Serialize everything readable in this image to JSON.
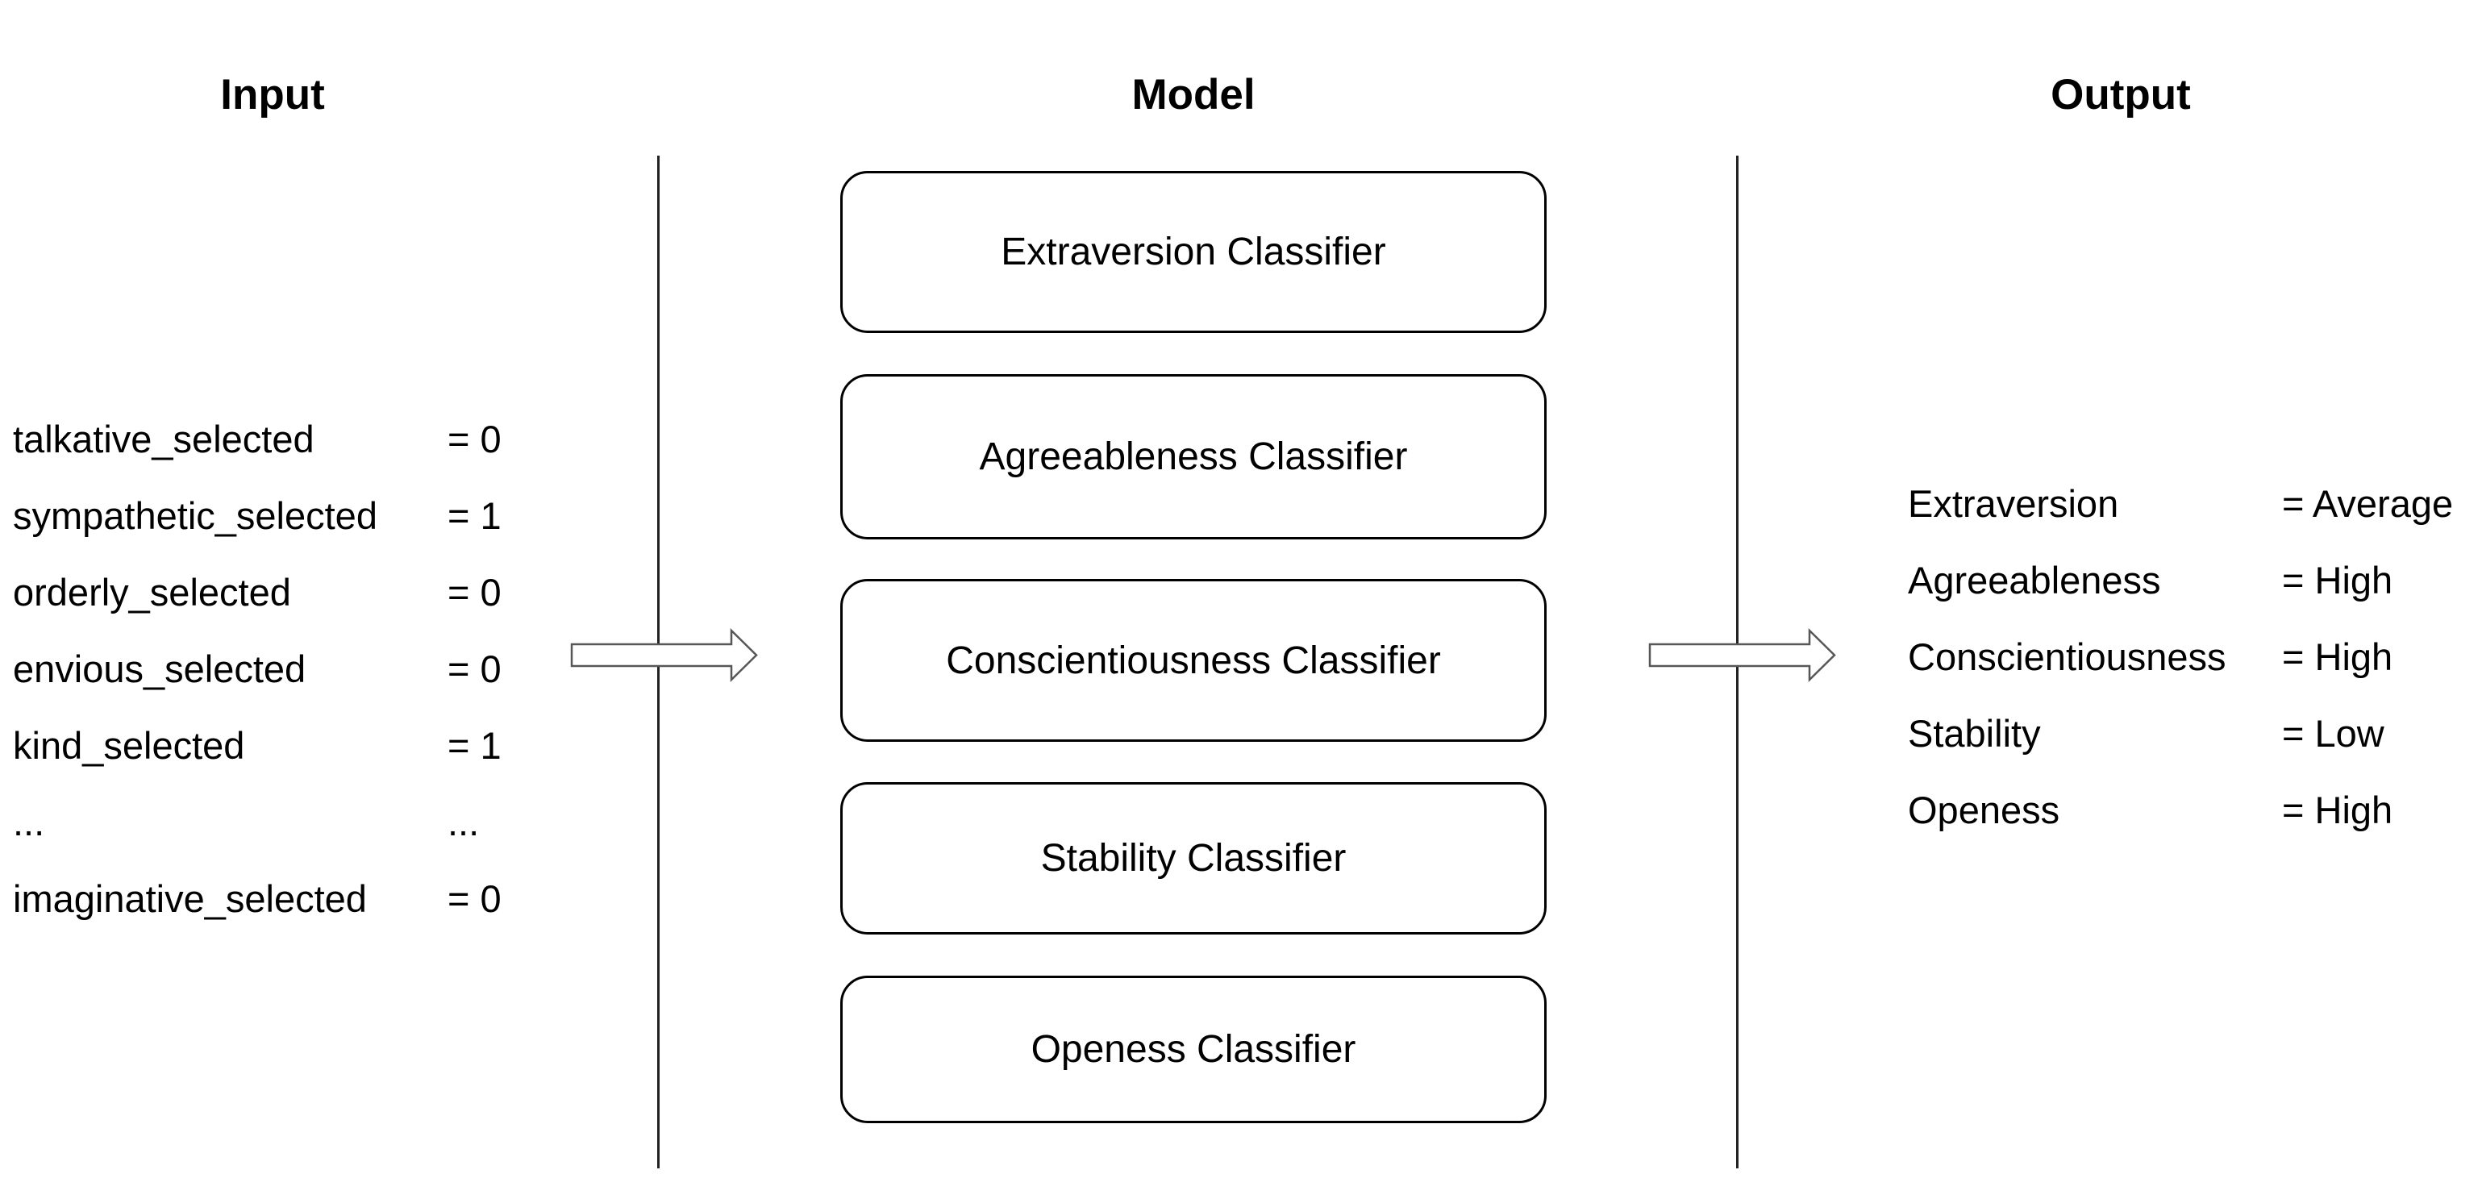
{
  "headers": {
    "input": "Input",
    "model": "Model",
    "output": "Output"
  },
  "input_list": [
    {
      "label": "talkative_selected",
      "value": "= 0"
    },
    {
      "label": "sympathetic_selected",
      "value": "= 1"
    },
    {
      "label": "orderly_selected",
      "value": "= 0"
    },
    {
      "label": "envious_selected",
      "value": "= 0"
    },
    {
      "label": "kind_selected",
      "value": "= 1"
    },
    {
      "label": "...",
      "value": "..."
    },
    {
      "label": "imaginative_selected",
      "value": "= 0"
    }
  ],
  "model_boxes": [
    {
      "label": "Extraversion Classifier"
    },
    {
      "label": "Agreeableness Classifier"
    },
    {
      "label": "Conscientiousness Classifier"
    },
    {
      "label": "Stability Classifier"
    },
    {
      "label": "Openess Classifier"
    }
  ],
  "output_list": [
    {
      "label": "Extraversion",
      "value": "= Average"
    },
    {
      "label": "Agreeableness",
      "value": "= High"
    },
    {
      "label": "Conscientiousness",
      "value": "= High"
    },
    {
      "label": "Stability",
      "value": "= Low"
    },
    {
      "label": "Openess",
      "value": "= High"
    }
  ],
  "colors": {
    "background": "#ffffff",
    "text": "#000000",
    "box_border": "#000000",
    "divider_line": "#222222",
    "arrow_outline": "#575757",
    "arrow_fill": "#ffffff"
  }
}
